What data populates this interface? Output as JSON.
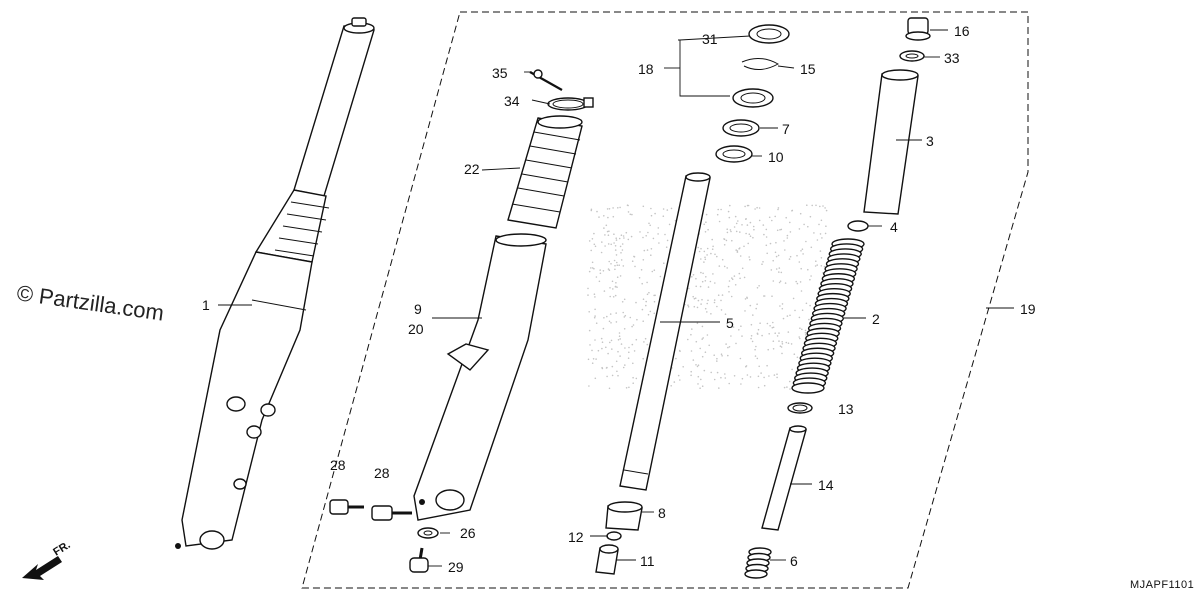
{
  "watermark": "© Partzilla.com",
  "diagram_code": "MJAPF1101",
  "direction_label": "FR.",
  "callouts": {
    "c1": "1",
    "c2": "2",
    "c3": "3",
    "c4": "4",
    "c5": "5",
    "c6": "6",
    "c7": "7",
    "c8": "8",
    "c9": "9",
    "c10": "10",
    "c11": "11",
    "c12": "12",
    "c13": "13",
    "c14": "14",
    "c15": "15",
    "c16": "16",
    "c18": "18",
    "c19": "19",
    "c20": "20",
    "c22": "22",
    "c26": "26",
    "c28a": "28",
    "c28b": "28",
    "c29": "29",
    "c31": "31",
    "c33": "33",
    "c34": "34",
    "c35": "35"
  }
}
